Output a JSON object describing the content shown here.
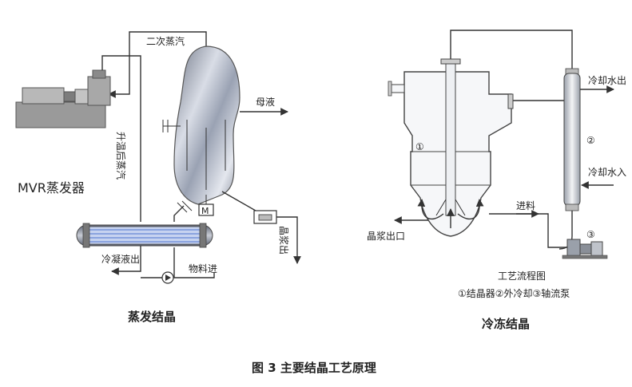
{
  "figure_caption": "图 3 主要结晶工艺原理",
  "left_panel": {
    "title": "蒸发结晶",
    "labels": {
      "secondary_steam": "二次蒸汽",
      "mother_liquor": "母液",
      "mvr_evaporator": "MVR蒸发器",
      "heated_steam": "升温后蒸汽",
      "motor": "M",
      "slurry_out": "晶浆出",
      "condensate_out": "冷凝液出",
      "feed_in": "物料进"
    }
  },
  "right_panel": {
    "title": "冷冻结晶",
    "labels": {
      "cooling_water_out": "冷却水出",
      "cooling_water_in": "冷却水入",
      "feed": "进料",
      "slurry_outlet": "晶浆出口",
      "num_1": "①",
      "num_2": "②",
      "num_3": "③",
      "process_title": "工艺流程图",
      "legend": "①结晶器②外冷却③轴流泵"
    }
  },
  "colors": {
    "vessel_gradient_light": "#e8ecf3",
    "vessel_gradient_dark": "#8f96a6",
    "heat_exchanger_tubes": "#9fb4e8",
    "compressor_gray": "#9a9a9a"
  }
}
